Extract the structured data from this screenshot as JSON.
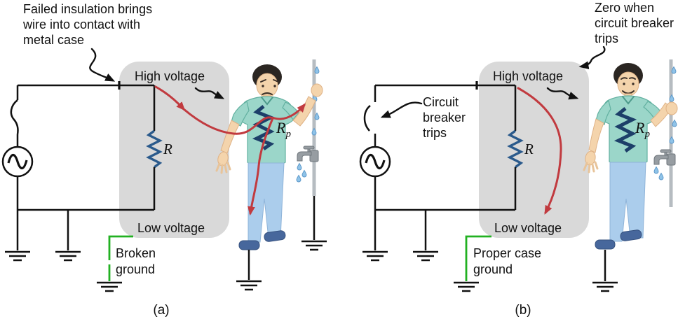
{
  "panel_a": {
    "caption": "(a)",
    "annotation": {
      "lines": [
        "Failed insulation brings",
        "wire into contact with",
        "metal case"
      ]
    },
    "case": {
      "high_voltage": "High voltage",
      "low_voltage": "Low voltage"
    },
    "resistor_label": "R",
    "body_resistor": {
      "base": "R",
      "sub": "p"
    },
    "ground_label": {
      "lines": [
        "Broken",
        "ground"
      ]
    }
  },
  "panel_b": {
    "caption": "(b)",
    "annotation": {
      "lines": [
        "Zero when",
        "circuit breaker",
        "trips"
      ]
    },
    "breaker_label": {
      "lines": [
        "Circuit",
        "breaker",
        "trips"
      ]
    },
    "case": {
      "high_voltage": "High voltage",
      "low_voltage": "Low voltage"
    },
    "resistor_label": "R",
    "body_resistor": {
      "base": "R",
      "sub": "p"
    },
    "ground_label": {
      "lines": [
        "Proper case",
        "ground"
      ]
    }
  },
  "colors": {
    "wire": "#111111",
    "current_red": "#c13a3f",
    "ground_green": "#22b122",
    "resistor_blue": "#2a5a8c",
    "body_resistor_navy": "#1d3f69",
    "case_gray": "#d9d9d9",
    "pipe_gray": "#b6bcc1",
    "shirt_teal": "#9bd6c9",
    "pants_blue": "#abcdec",
    "shoe_blue": "#47679c",
    "skin": "#f4d4ac",
    "hair": "#2b2622",
    "water_blue": "#8fc3e8"
  }
}
